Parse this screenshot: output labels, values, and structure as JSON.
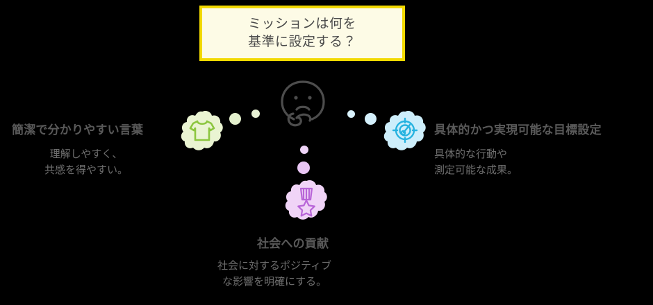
{
  "background_color": "#000000",
  "question_box": {
    "name": "mission-question",
    "lines": [
      "ミッションは何を",
      "基準に設定する？"
    ],
    "background_color": "#fdfbe6",
    "border_color": "#f2d900",
    "text_color": "#4a4a4a"
  },
  "center": {
    "icon": "thinking-face-icon",
    "stroke_color": "#4d4d4d"
  },
  "branches": [
    {
      "id": "simple-words",
      "position": "left",
      "icon": "t-shirt-icon",
      "icon_color": "#8cc63f",
      "blob_color": "#eaf4d2",
      "dot_color": "#e4f0cd",
      "heading": "簡潔で分かりやすい言葉",
      "body_lines": [
        "理解しやすく、",
        "共感を得やすい。"
      ]
    },
    {
      "id": "achievable-goals",
      "position": "right",
      "icon": "target-goal-icon",
      "icon_color": "#26b3e0",
      "blob_color": "#cdeefb",
      "dot_color": "#d4f0fc",
      "heading": "具体的かつ実現可能な目標設定",
      "body_lines": [
        "具体的な行動や",
        "測定可能な成果。"
      ]
    },
    {
      "id": "social-contribution",
      "position": "bottom",
      "icon": "medal-star-icon",
      "icon_color": "#b865d8",
      "blob_color": "#f0d4f7",
      "dot_color": "#eed3f6",
      "heading": "社会への貢献",
      "body_lines": [
        "社会に対するポジティブ",
        "な影響を明確にする。"
      ]
    }
  ],
  "text_colors": {
    "heading": "#595959",
    "body": "#6e6e6e"
  }
}
